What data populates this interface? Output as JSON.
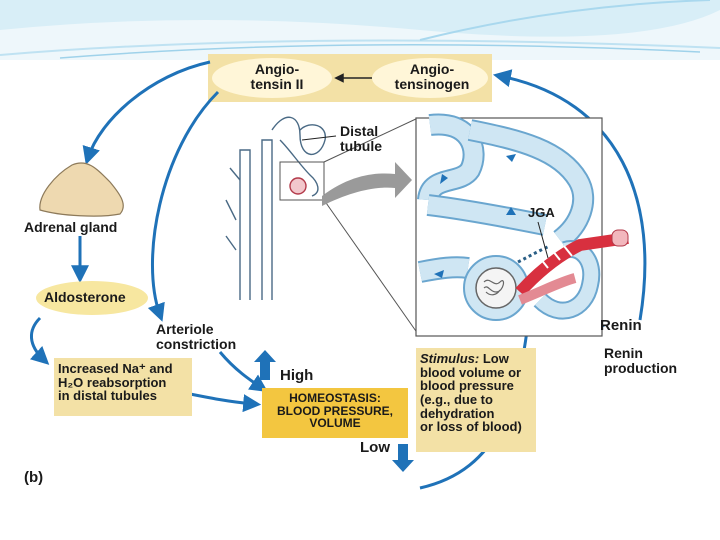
{
  "colors": {
    "banner": "#e8f4f9",
    "panel": "#f3e1a6",
    "oval": "#f7e7a0",
    "arrow_blue": "#1f72b8",
    "tubule": "#cfe6f3",
    "tubule_edge": "#6aa6cf",
    "vessel_red": "#d8303f",
    "gland": "#eed9b0",
    "gray_arrow": "#9a9a9a"
  },
  "labels": {
    "angiotensin_ii": [
      "Angio-",
      "tensin II"
    ],
    "angiotensinogen": [
      "Angio-",
      "tensinogen"
    ],
    "distal_tubule": [
      "Distal",
      "tubule"
    ],
    "jga": "JGA",
    "adrenal_gland": "Adrenal gland",
    "aldosterone": "Aldosterone",
    "arteriole_constriction": [
      "Arteriole",
      "constriction"
    ],
    "reabsorption": [
      "Increased Na⁺ and",
      "H₂O reabsorption",
      "in distal tubules"
    ],
    "high": "High",
    "homeostasis": [
      "HOMEOSTASIS:",
      "BLOOD PRESSURE,",
      "VOLUME"
    ],
    "low": "Low",
    "stimulus_head": "Stimulus:",
    "stimulus": [
      " Low",
      "blood volume or",
      "blood pressure",
      "(e.g., due to",
      "dehydration",
      "or loss of blood)"
    ],
    "renin": "Renin",
    "renin_production": [
      "Renin",
      "production"
    ],
    "panel_letter": "(b)"
  }
}
